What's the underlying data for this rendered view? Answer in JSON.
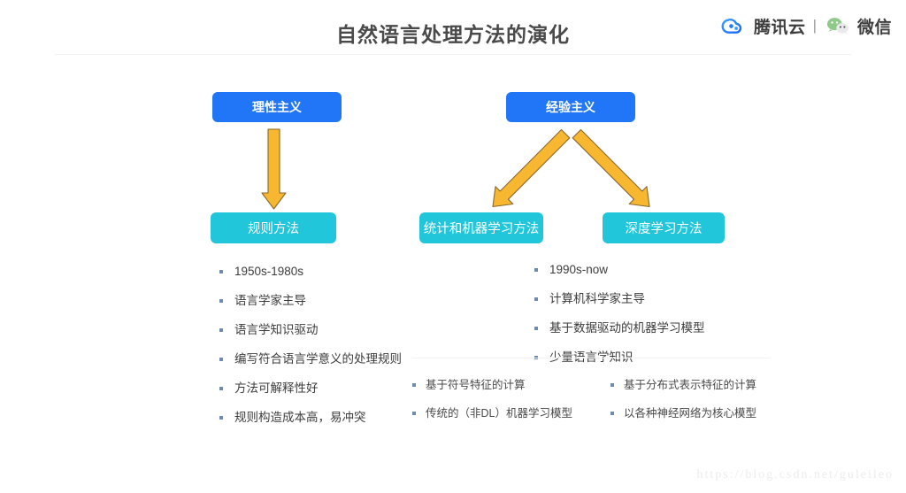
{
  "header": {
    "title": "自然语言处理方法的演化",
    "brand": {
      "cloud_label": "腾讯云",
      "separator": "|",
      "wechat_label": "微信",
      "cloud_icon": "tencent-cloud-icon",
      "wechat_icon": "wechat-icon"
    }
  },
  "colors": {
    "blue": "#2176f7",
    "teal": "#22c6db",
    "arrow_fill": "#f7b731",
    "arrow_stroke": "#8a6a2f",
    "text": "#3c3c3c",
    "bullet": "#6f8cb0",
    "watermark": "#ececec"
  },
  "boxes": {
    "rationalism": "理性主义",
    "empiricism": "经验主义",
    "rule_method": "规则方法",
    "statistical_ml_method": "统计和机器学习方法",
    "deep_learning_method": "深度学习方法"
  },
  "lists": {
    "left": [
      "1950s-1980s",
      "语言学家主导",
      "语言学知识驱动",
      "编写符合语言学意义的处理规则",
      "方法可解释性好",
      "规则构造成本高，易冲突"
    ],
    "right_top": [
      "1990s-now",
      "计算机科学家主导",
      "基于数据驱动的机器学习模型",
      "少量语言学知识"
    ],
    "bottom_left": [
      "基于符号特征的计算",
      "传统的（非DL）机器学习模型"
    ],
    "bottom_right": [
      "基于分布式表示特征的计算",
      "以各种神经网络为核心模型"
    ]
  },
  "watermark": "https://blog.csdn.net/guleileo"
}
